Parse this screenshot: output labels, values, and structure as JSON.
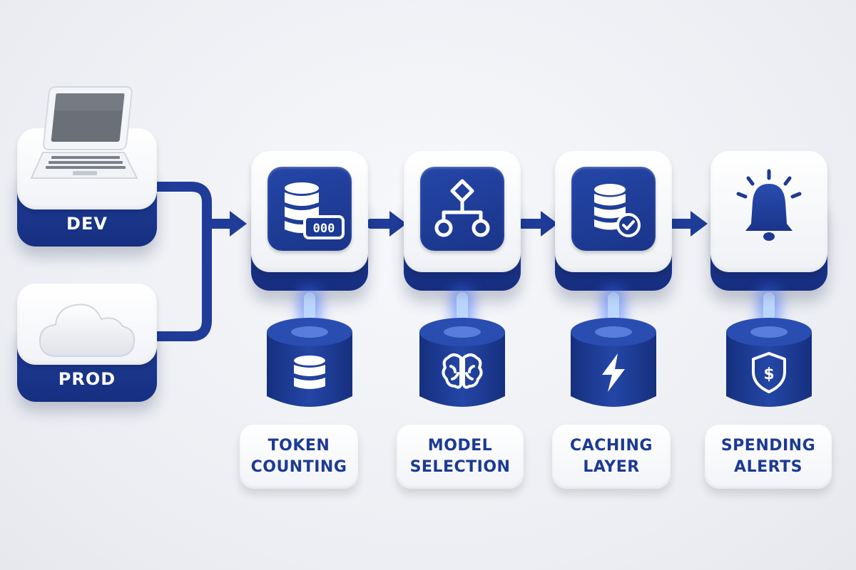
{
  "colors": {
    "primary_blue": "#1c3a94",
    "glow_blue": "#4a7bff",
    "surface_white": "#ffffff",
    "background": "#eceef3"
  },
  "sources": [
    {
      "id": "dev",
      "label": "DEV",
      "icon": "laptop-icon"
    },
    {
      "id": "prod",
      "label": "PROD",
      "icon": "cloud-icon"
    }
  ],
  "stages": [
    {
      "id": "token-counting",
      "line1": "TOKEN",
      "line2": "COUNTING",
      "top_icon": "database-counter-icon",
      "bottom_icon": "database-icon"
    },
    {
      "id": "model-selection",
      "line1": "MODEL",
      "line2": "SELECTION",
      "top_icon": "decision-tree-icon",
      "bottom_icon": "brain-icon"
    },
    {
      "id": "caching-layer",
      "line1": "CACHING",
      "line2": "LAYER",
      "top_icon": "database-check-icon",
      "bottom_icon": "lightning-icon"
    },
    {
      "id": "spending-alerts",
      "line1": "SPENDING",
      "line2": "ALERTS",
      "top_icon": "bell-icon",
      "bottom_icon": "shield-dollar-icon"
    }
  ],
  "counter_display": "000",
  "currency_symbol": "$"
}
